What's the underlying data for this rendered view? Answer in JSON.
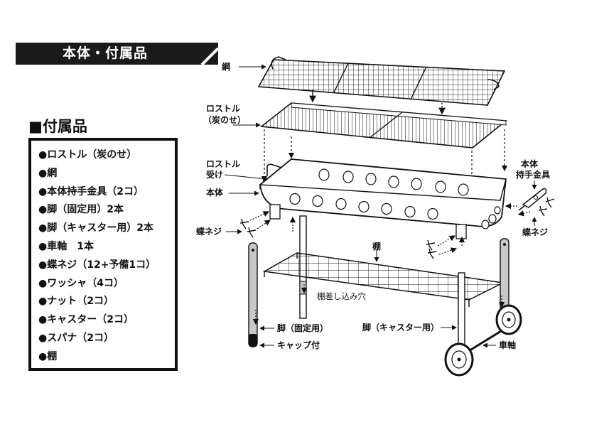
{
  "header": {
    "title": "本体・付属品"
  },
  "accessories": {
    "heading": "■付属品",
    "items": [
      "●ロストル（炭のせ）",
      "●網",
      "●本体持手金具（2コ）",
      "●脚（固定用）2本",
      "●脚（キャスター用）2本",
      "●車軸　1本",
      "●蝶ネジ（12+予備1コ）",
      "●ワッシャ（4コ）",
      "●ナット（2コ）",
      "●キャスター（2コ）",
      "●スパナ（2コ）",
      "●棚"
    ]
  },
  "labels": {
    "grill_net": "網",
    "rostle": "ロストル",
    "rostle_sub": "（炭のせ）",
    "rostle_holder": "ロストル",
    "rostle_holder_sub": "受け",
    "body": "本体",
    "handle_bracket": "本体",
    "handle_bracket_sub": "持手金具",
    "wing_screw_left": "蝶ネジ",
    "wing_screw_right": "蝶ネジ",
    "shelf": "棚",
    "shelf_hole": "棚差し込み穴",
    "leg_fixed": "脚（固定用）",
    "cap": "キャップ付",
    "leg_caster": "脚（キャスター用）",
    "axle": "車軸"
  },
  "colors": {
    "title_bg": "#1a1a1a",
    "title_text": "#ffffff",
    "line": "#111111",
    "tube_fill": "#c8c8c8"
  }
}
